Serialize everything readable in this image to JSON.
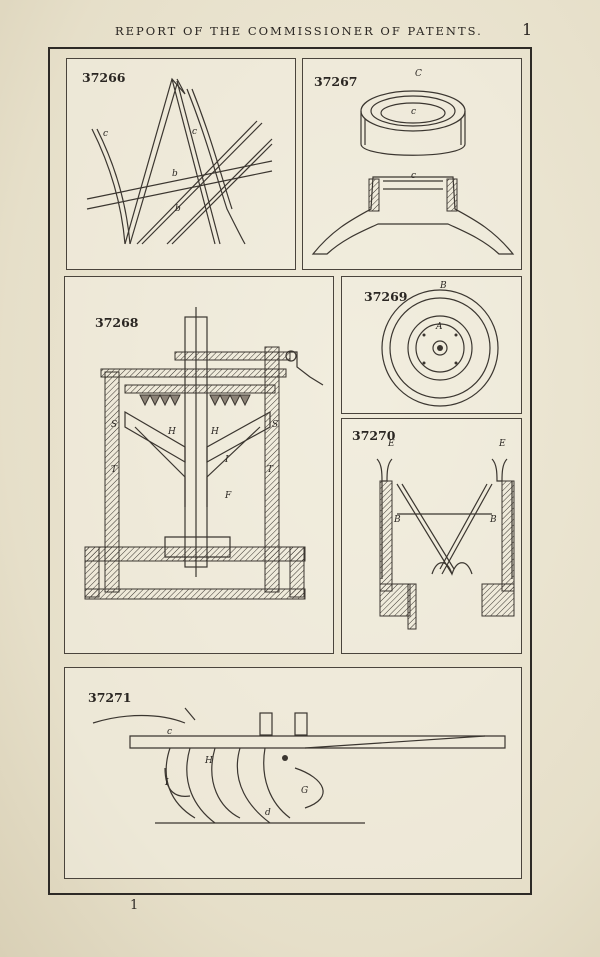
{
  "header": {
    "title": "REPORT OF THE COMMISSIONER OF PATENTS.",
    "page_top": "1"
  },
  "footer": {
    "page_bottom": "1"
  },
  "figures": [
    {
      "number": "37266",
      "labels": [
        "c",
        "c",
        "b",
        "b"
      ]
    },
    {
      "number": "37267",
      "labels": [
        "C",
        "c",
        "c"
      ]
    },
    {
      "number": "37268",
      "labels": [
        "S",
        "H",
        "H",
        "S",
        "T",
        "I",
        "T",
        "F"
      ]
    },
    {
      "number": "37269",
      "labels": [
        "B",
        "A"
      ]
    },
    {
      "number": "37270",
      "labels": [
        "E",
        "E",
        "B",
        "B"
      ]
    },
    {
      "number": "37271",
      "labels": [
        "c",
        "H",
        "I",
        "G",
        "d"
      ]
    }
  ]
}
